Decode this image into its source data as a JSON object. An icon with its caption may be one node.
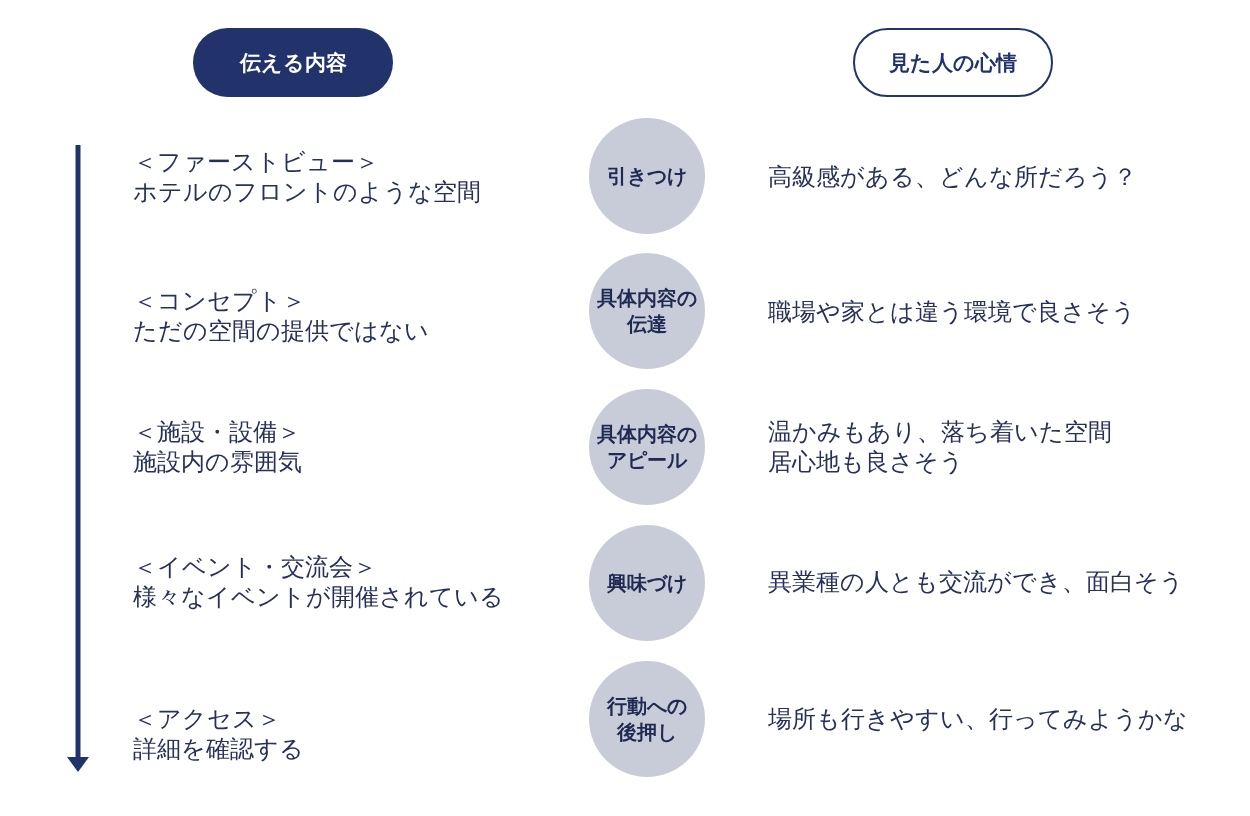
{
  "diagram": {
    "nodes": [
      {
        "text": [
          "伝える内容"
        ]
      },
      {
        "text": [
          "見た人の心情"
        ]
      },
      {
        "text": [
          "引きつけ"
        ]
      },
      {
        "text": [
          "具体内容の伝達"
        ]
      },
      {
        "text": [
          "具体内容のアピール"
        ]
      },
      {
        "text": [
          "興味づけ"
        ]
      },
      {
        "text": [
          "行動への後押し"
        ]
      }
    ],
    "edges": [],
    "labels": [
      "＜ファーストビュー＞",
      "ホテルのフロントのような空間",
      "高級感がある、どんな所だろう？",
      "＜コンセプト＞",
      "ただの空間の提供ではない",
      "職場や家とは違う環境で良さそう",
      "＜施設・設備＞",
      "施設内の雰囲気",
      "温かみもあり、落ち着いた空間",
      "居心地も良さそう",
      "＜イベント・交流会＞",
      "様々なイベントが開催されている",
      "異業種の人とも交流ができ、面白そう",
      "＜アクセス＞",
      "詳細を確認する",
      "場所も行きやすい、行ってみようかな"
    ]
  }
}
